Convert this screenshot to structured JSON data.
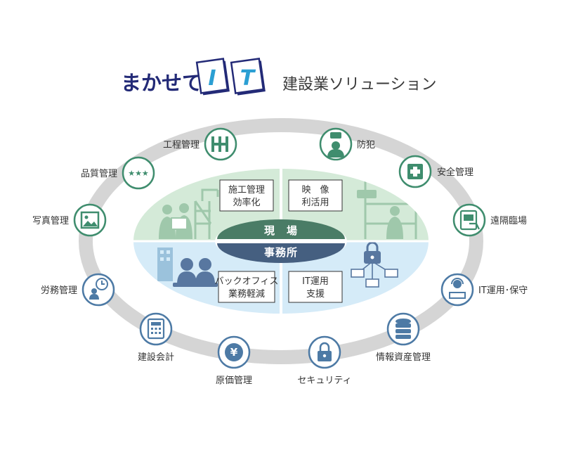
{
  "header": {
    "brand_text": "まかせて",
    "brand_letters": [
      "I",
      "T"
    ],
    "subtitle": "建設業ソリューション"
  },
  "center": {
    "top_label": "現　場",
    "bottom_label": "事務所"
  },
  "quadrants": [
    {
      "id": "construction",
      "lines": [
        "施工管理",
        "効率化"
      ]
    },
    {
      "id": "video",
      "lines": [
        "映　像",
        "利活用"
      ]
    },
    {
      "id": "backoffice",
      "lines": [
        "バックオフィス",
        "業務軽減"
      ]
    },
    {
      "id": "itops",
      "lines": [
        "IT運用",
        "支援"
      ]
    }
  ],
  "solutions": [
    {
      "id": "process",
      "label": "工程管理",
      "icon": "process-bars-icon"
    },
    {
      "id": "crime",
      "label": "防犯",
      "icon": "security-camera-icon"
    },
    {
      "id": "quality",
      "label": "品質管理",
      "icon": "stars-icon"
    },
    {
      "id": "safety",
      "label": "安全管理",
      "icon": "first-aid-cross-icon"
    },
    {
      "id": "photo",
      "label": "写真管理",
      "icon": "photo-icon"
    },
    {
      "id": "remote",
      "label": "遠隔臨場",
      "icon": "remote-tablet-icon"
    },
    {
      "id": "labor",
      "label": "労務管理",
      "icon": "clock-person-icon"
    },
    {
      "id": "itmaint",
      "label": "IT運用･保守",
      "icon": "support-operator-icon"
    },
    {
      "id": "accounting",
      "label": "建設会計",
      "icon": "calculator-icon"
    },
    {
      "id": "infoasset",
      "label": "情報資産管理",
      "icon": "database-icon"
    },
    {
      "id": "cost",
      "label": "原価管理",
      "icon": "yen-coin-icon"
    },
    {
      "id": "security",
      "label": "セキュリティ",
      "icon": "padlock-icon"
    }
  ],
  "colors": {
    "brand_navy": "#232a77",
    "it_cyan": "#2b9fd3",
    "ring_gray": "#d5d5d5",
    "icon_teal": "#3f8d6e",
    "icon_blue": "#4d7aa5",
    "field_green": "#d4ead8",
    "office_blue": "#d5ebf8",
    "center_green": "#4a7c66",
    "center_blue": "#455f80"
  }
}
